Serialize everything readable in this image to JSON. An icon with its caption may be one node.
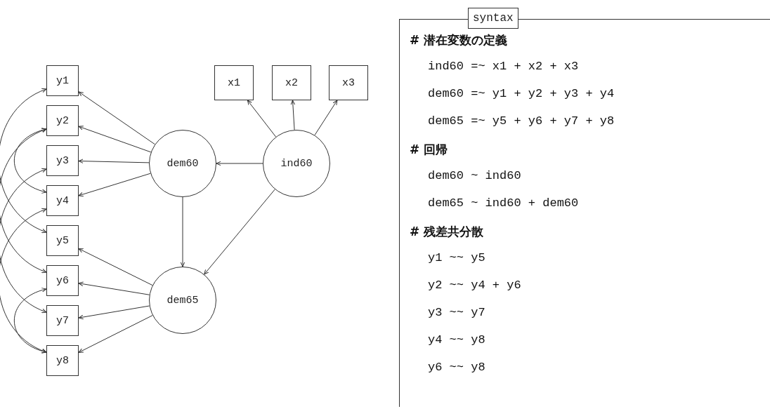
{
  "diagram": {
    "nodes": [
      {
        "text": [
          "y1"
        ]
      },
      {
        "text": [
          "y2"
        ]
      },
      {
        "text": [
          "y3"
        ]
      },
      {
        "text": [
          "y4"
        ]
      },
      {
        "text": [
          "y5"
        ]
      },
      {
        "text": [
          "y6"
        ]
      },
      {
        "text": [
          "y7"
        ]
      },
      {
        "text": [
          "y8"
        ]
      },
      {
        "text": [
          "x1"
        ]
      },
      {
        "text": [
          "x2"
        ]
      },
      {
        "text": [
          "x3"
        ]
      },
      {
        "text": [
          "dem60"
        ]
      },
      {
        "text": [
          "ind60"
        ]
      },
      {
        "text": [
          "dem65"
        ]
      },
      {
        "text": [
          "syntax",
          "# 潜在変数の定義",
          "ind60 =~ x1 + x2 + x3",
          "dem60 =~ y1 + y2 + y3 + y4",
          "dem65 =~ y5 + y6 + y7 + y8",
          "# 回帰",
          "dem60 ~ ind60",
          "dem65 ~ ind60 + dem60",
          "# 残差共分散",
          "y1 ~~ y5",
          "y2 ~~ y4 + y6",
          "y3 ~~ y7",
          "y4 ~~ y8",
          "y6 ~~ y8"
        ]
      }
    ],
    "edges": [
      {
        "from": 12,
        "to": 8,
        "arrow": "to"
      },
      {
        "from": 12,
        "to": 9,
        "arrow": "to"
      },
      {
        "from": 12,
        "to": 10,
        "arrow": "to"
      },
      {
        "from": 11,
        "to": 0,
        "arrow": "to"
      },
      {
        "from": 11,
        "to": 1,
        "arrow": "to"
      },
      {
        "from": 11,
        "to": 2,
        "arrow": "to"
      },
      {
        "from": 11,
        "to": 3,
        "arrow": "to"
      },
      {
        "from": 13,
        "to": 4,
        "arrow": "to"
      },
      {
        "from": 13,
        "to": 5,
        "arrow": "to"
      },
      {
        "from": 13,
        "to": 6,
        "arrow": "to"
      },
      {
        "from": 13,
        "to": 7,
        "arrow": "to"
      },
      {
        "from": 12,
        "to": 11,
        "arrow": "to"
      },
      {
        "from": 11,
        "to": 13,
        "arrow": "to"
      },
      {
        "from": 12,
        "to": 13,
        "arrow": "to"
      },
      {
        "from": 0,
        "to": 4,
        "arrow": "both"
      },
      {
        "from": 1,
        "to": 3,
        "arrow": "both"
      },
      {
        "from": 1,
        "to": 5,
        "arrow": "both"
      },
      {
        "from": 2,
        "to": 6,
        "arrow": "both"
      },
      {
        "from": 3,
        "to": 7,
        "arrow": "both"
      },
      {
        "from": 5,
        "to": 7,
        "arrow": "both"
      }
    ]
  }
}
